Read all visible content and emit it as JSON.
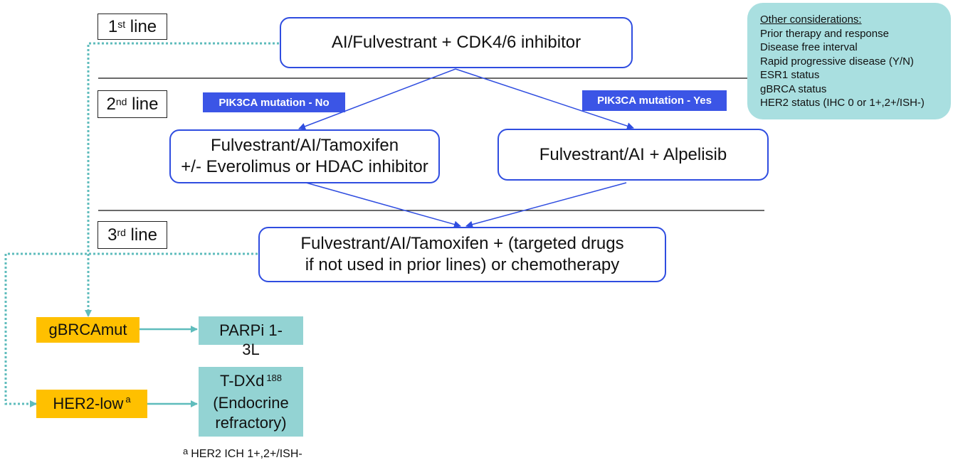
{
  "lines": {
    "first": {
      "base": "1",
      "sup": "st",
      "rest": " line"
    },
    "second": {
      "base": "2",
      "sup": "nd",
      "rest": " line"
    },
    "third": {
      "base": "3",
      "sup": "rd",
      "rest": " line"
    }
  },
  "boxes": {
    "first_line": "AI/Fulvestrant + CDK4/6 inhibitor",
    "second_no_line1": "Fulvestrant/AI/Tamoxifen",
    "second_no_line2": "+/- Everolimus or HDAC inhibitor",
    "second_yes": "Fulvestrant/AI + Alpelisib",
    "third_line1": "Fulvestrant/AI/Tamoxifen + (targeted drugs",
    "third_line2": "if not used in prior lines) or chemotherapy"
  },
  "tags": {
    "pik3ca_no": "PIK3CA mutation - No",
    "pik3ca_yes": "PIK3CA mutation - Yes"
  },
  "considerations": {
    "heading": "Other considerations:",
    "items": [
      "Prior therapy and response",
      "Disease free interval",
      "Rapid progressive disease (Y/N)",
      "ESR1 status",
      "gBRCA status",
      "HER2 status (IHC 0 or 1+,2+/ISH-)"
    ]
  },
  "biomarkers": {
    "gbrca": "gBRCAmut",
    "her2_low": "HER2-low",
    "her2_low_sup": "a"
  },
  "treatments": {
    "parpi_line1": "PARPi 1-",
    "parpi_line2": "3L",
    "tdxd": "T-DXd",
    "tdxd_sup": "188",
    "tdxd_line2": "(Endocrine",
    "tdxd_line3": "refractory)"
  },
  "footnote": {
    "mark": "a",
    "text": "HER2 ICH 1+,2+/ISH-"
  },
  "colors": {
    "flow_blue": "#2f4de0",
    "tag_blue": "#3b55e6",
    "teal": "#93d3d3",
    "teal_dotted": "#5fbcbc",
    "orange": "#ffc000",
    "considerations_bg": "#a9dfe0"
  }
}
